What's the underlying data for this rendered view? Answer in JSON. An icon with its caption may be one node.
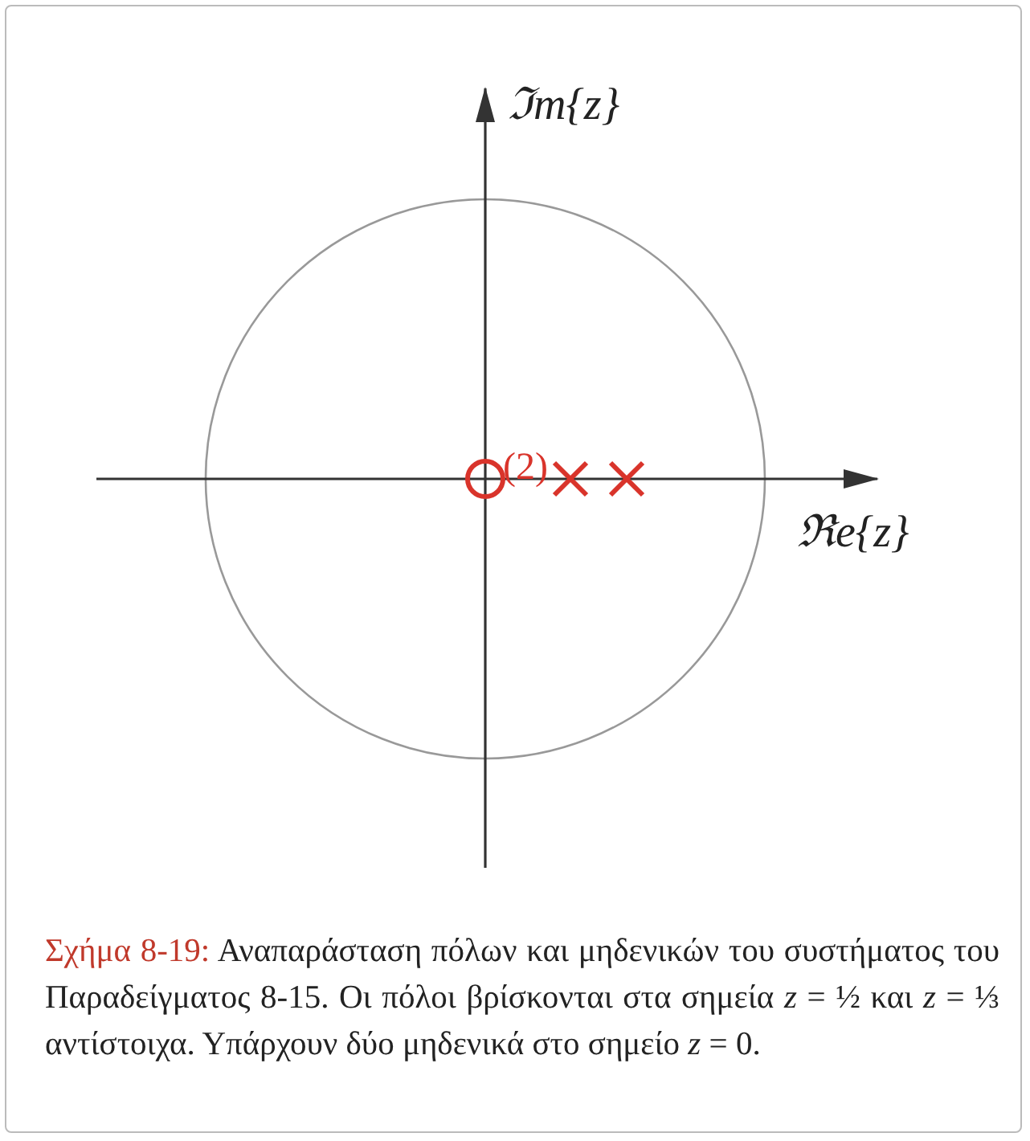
{
  "diagram": {
    "caption": "**Σχήμα 8-19:** Αναπαράσταση πόλων και μηδενικών του συστήματος του Παραδείγματος 8-15. Οι πόλοι βρίσκονται στα σημεία *z* = ½ και *z* = ⅓ αντίστοιχα. Υπάρχουν δύο μηδενικά στο σημείο *z* = 0.",
    "labels": [
      "ℑm{z}",
      "(2)",
      "ℜe{z}"
    ]
  }
}
